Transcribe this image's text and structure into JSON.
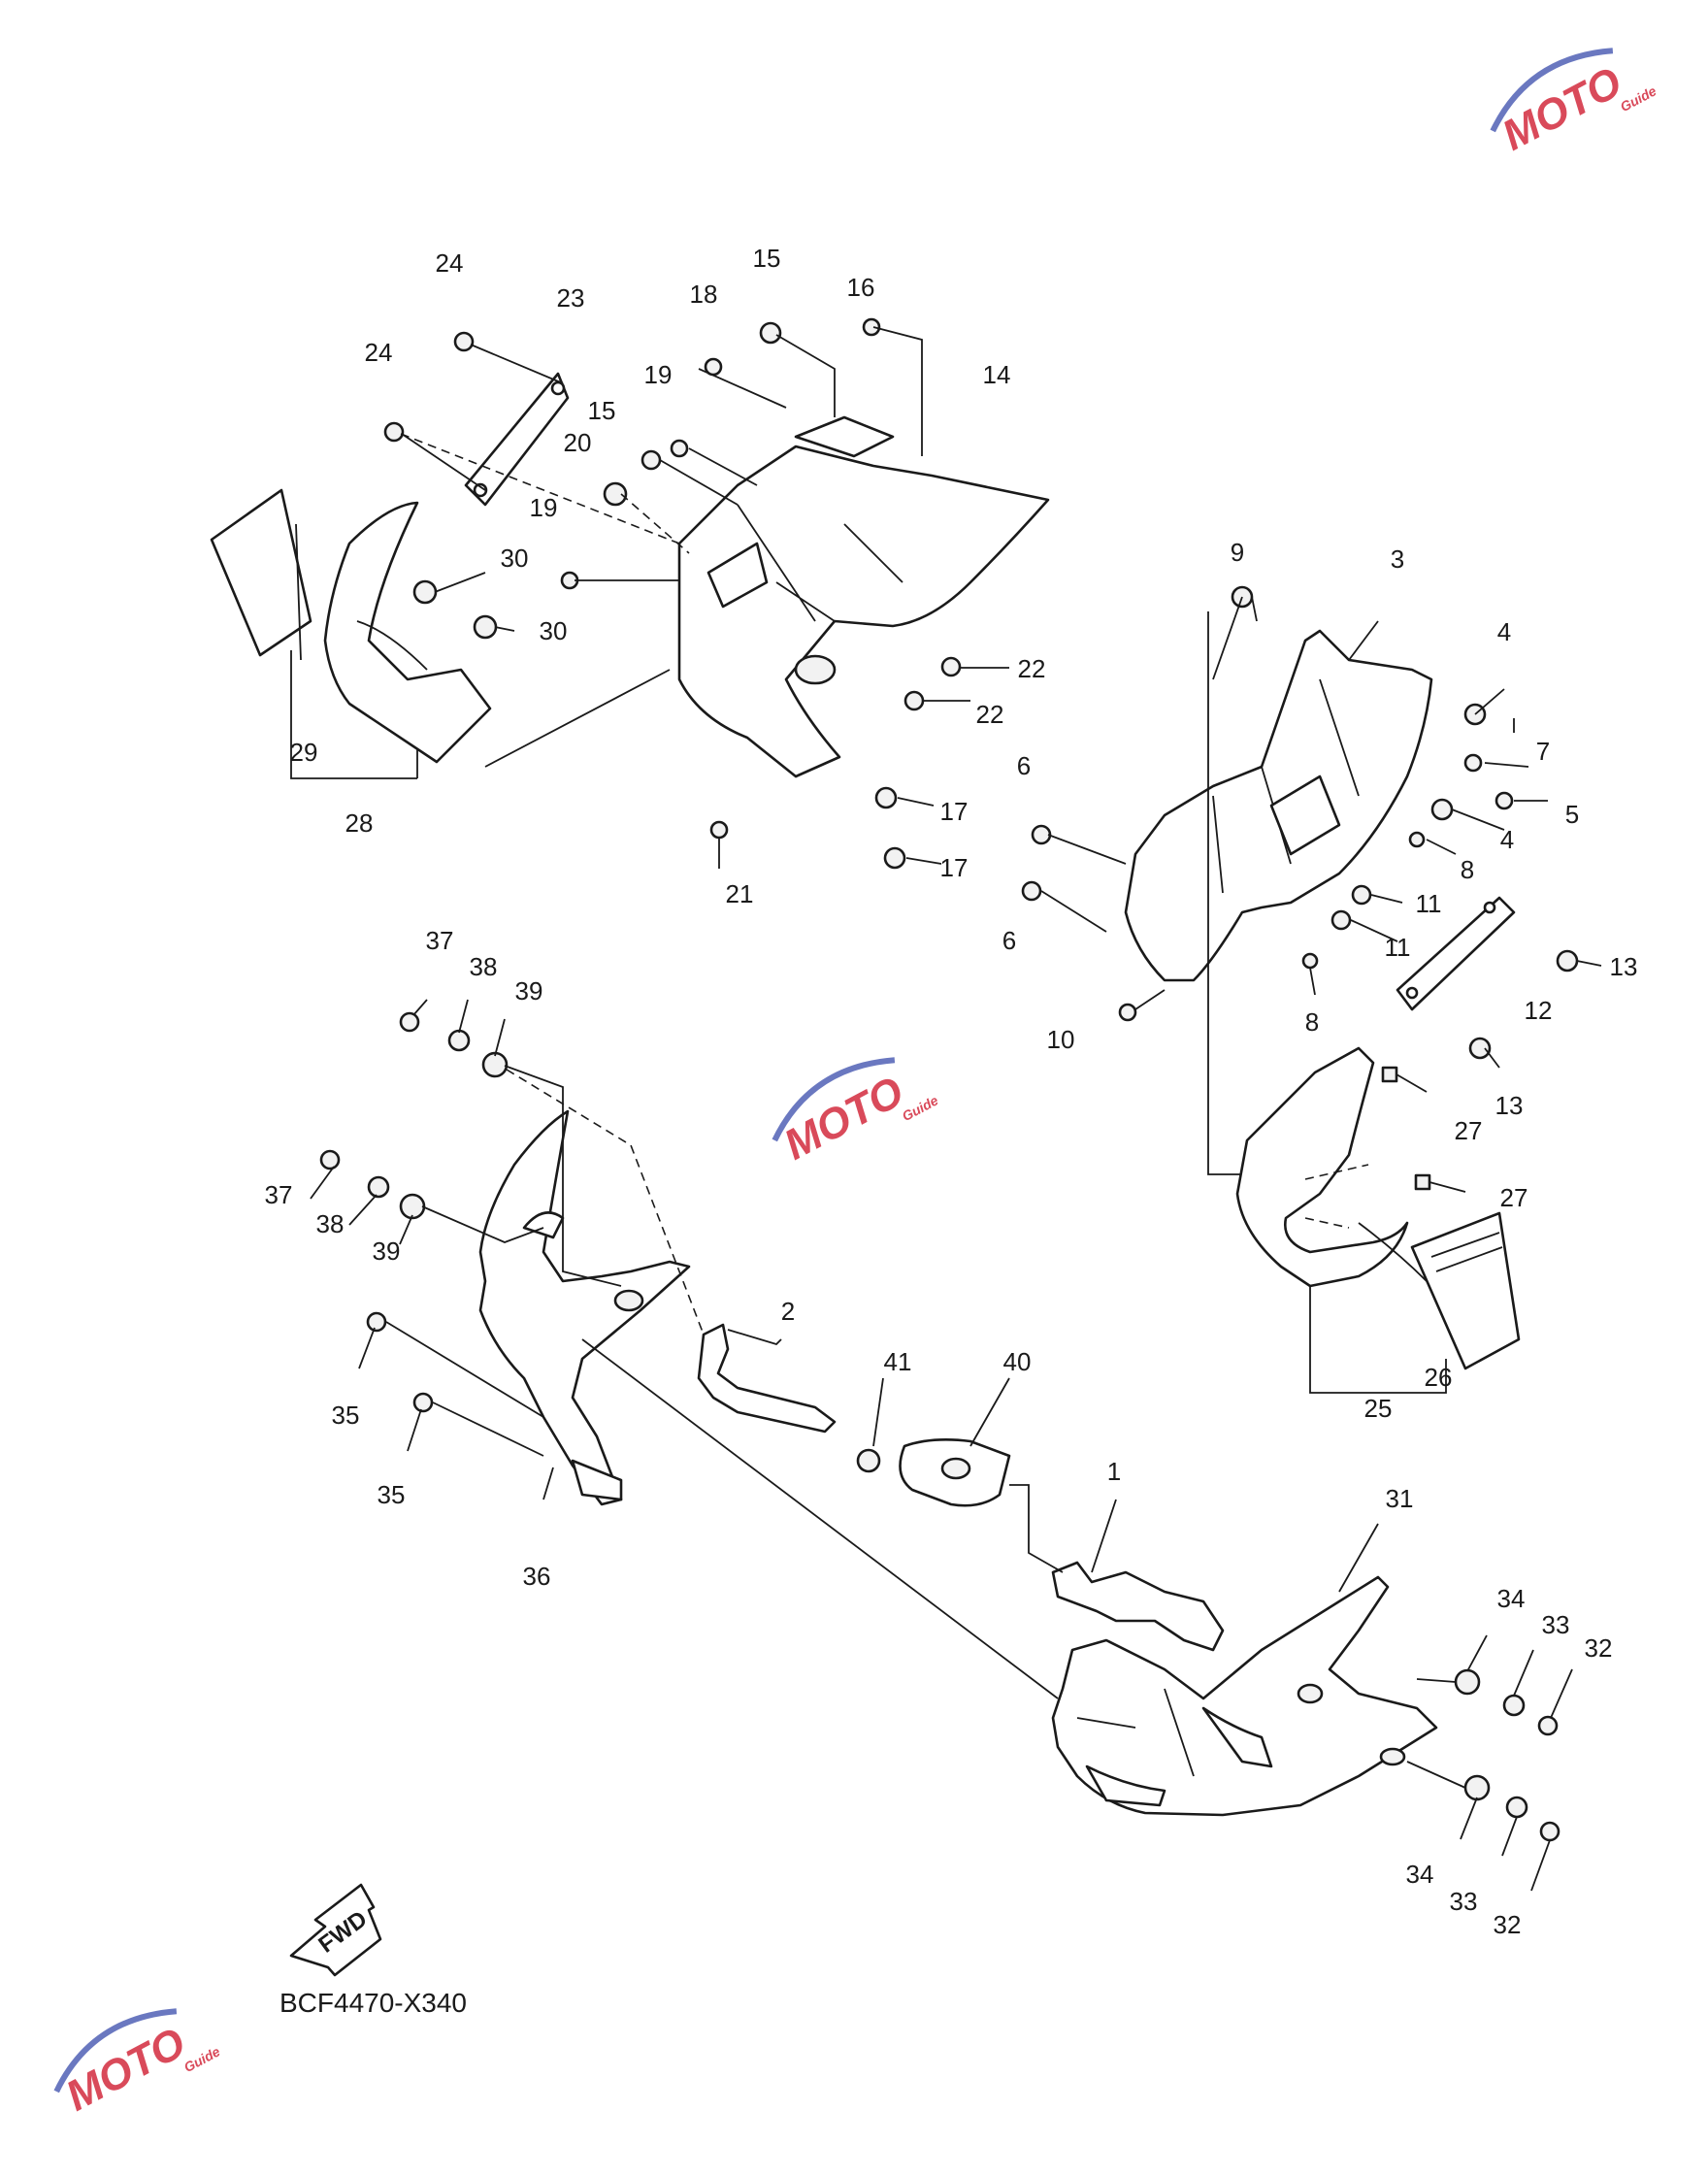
{
  "diagram_code": "BCF4470-X340",
  "fwd_badge": "FWD",
  "watermark": {
    "brand": "MOTO",
    "sub": "Guide",
    "color_main": "#d94a5a",
    "color_arc": "#6a78c0"
  },
  "callouts": [
    "1",
    "2",
    "3",
    "4",
    "4",
    "5",
    "6",
    "6",
    "7",
    "8",
    "8",
    "9",
    "10",
    "11",
    "11",
    "12",
    "13",
    "13",
    "14",
    "15",
    "15",
    "16",
    "17",
    "17",
    "18",
    "19",
    "19",
    "20",
    "21",
    "22",
    "22",
    "23",
    "24",
    "24",
    "25",
    "26",
    "27",
    "27",
    "28",
    "29",
    "30",
    "30",
    "31",
    "32",
    "32",
    "33",
    "33",
    "34",
    "34",
    "35",
    "35",
    "36",
    "37",
    "37",
    "38",
    "38",
    "39",
    "39",
    "40",
    "41"
  ]
}
